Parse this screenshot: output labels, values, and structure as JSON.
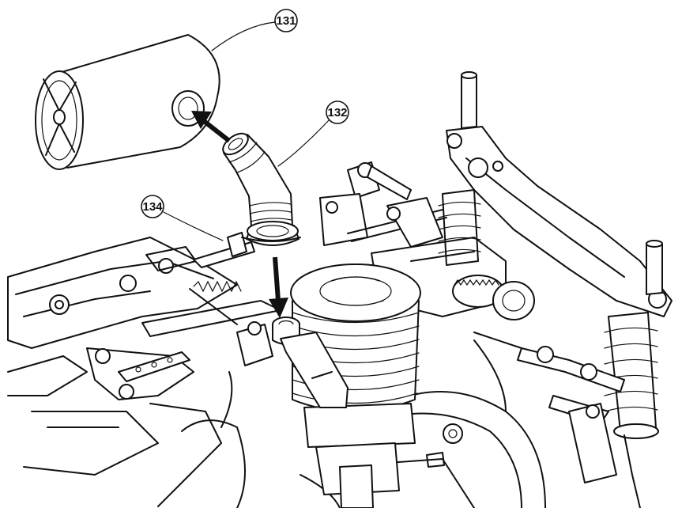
{
  "callouts": [
    {
      "id": "air-cleaner",
      "label": "131"
    },
    {
      "id": "intake-hose",
      "label": "132"
    },
    {
      "id": "cable-tie",
      "label": "134"
    }
  ]
}
